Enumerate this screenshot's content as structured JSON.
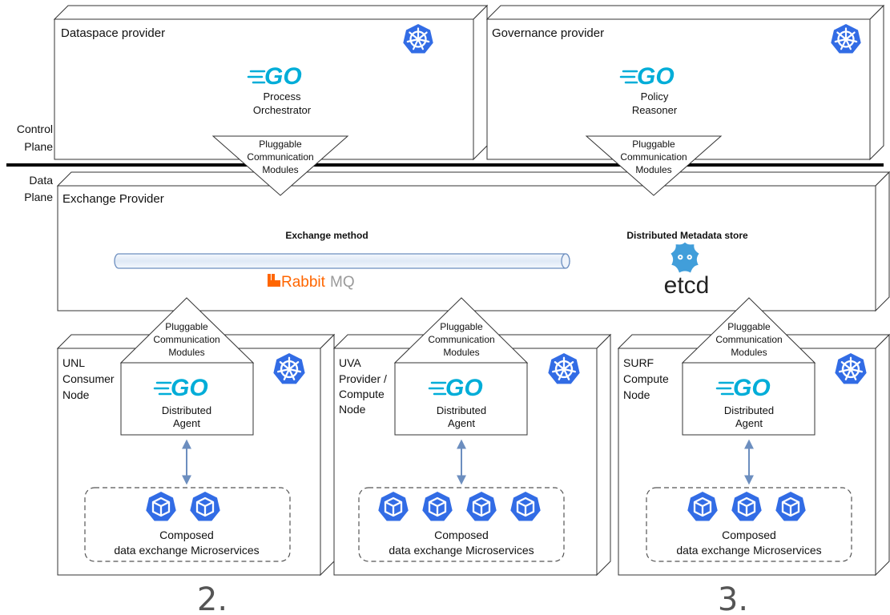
{
  "colors": {
    "box_fill": "#ffffff",
    "box_stroke": "#333333",
    "kubernetes_blue": "#326ce5",
    "go_blue": "#00add8",
    "arrow_blue": "#6c8ebf",
    "rabbitmq_orange": "#ff6600",
    "rabbitmq_gray": "#9a9a9a",
    "etcd_blue": "#419eda",
    "plane_divider": "#000000",
    "footer_gray": "#555555"
  },
  "icons": {
    "kubernetes": "kubernetes-helm-icon",
    "go": "go-logo",
    "microservice": "kubernetes-pod-cube-icon",
    "rabbitmq": "rabbitmq-logo",
    "etcd": "etcd-logo",
    "pipe": "message-queue-pipe"
  },
  "planes": {
    "control": [
      "Control",
      "Plane"
    ],
    "data": [
      "Data",
      "Plane"
    ]
  },
  "control_plane": {
    "dataspace": {
      "title": "Dataspace provider",
      "go_text": "GO",
      "component": [
        "Process",
        "Orchestrator"
      ]
    },
    "governance": {
      "title": "Governance provider",
      "go_text": "GO",
      "component": [
        "Policy",
        "Reasoner"
      ]
    }
  },
  "pluggable": [
    "Pluggable",
    "Communication",
    "Modules"
  ],
  "exchange_provider": {
    "title": "Exchange Provider",
    "method_label": "Exchange method",
    "rabbitmq_prefix": "Rabbit",
    "rabbitmq_suffix": "MQ",
    "metadata_label": "Distributed Metadata store",
    "etcd_text": "etcd"
  },
  "nodes": [
    {
      "org": "UNL",
      "role": [
        "Consumer",
        "Node"
      ],
      "go_text": "GO",
      "agent": [
        "Distributed",
        "Agent"
      ],
      "microservice_count": 2,
      "services": [
        "Composed",
        "data exchange Microservices"
      ]
    },
    {
      "org": "UVA",
      "role": [
        "Provider /",
        "Compute",
        "Node"
      ],
      "go_text": "GO",
      "agent": [
        "Distributed",
        "Agent"
      ],
      "microservice_count": 4,
      "services": [
        "Composed",
        "data exchange Microservices"
      ]
    },
    {
      "org": "SURF",
      "role": [
        "Compute",
        "Node"
      ],
      "go_text": "GO",
      "agent": [
        "Distributed",
        "Agent"
      ],
      "microservice_count": 3,
      "services": [
        "Composed",
        "data exchange Microservices"
      ]
    }
  ],
  "footer": {
    "left": "2.",
    "right": "3."
  }
}
